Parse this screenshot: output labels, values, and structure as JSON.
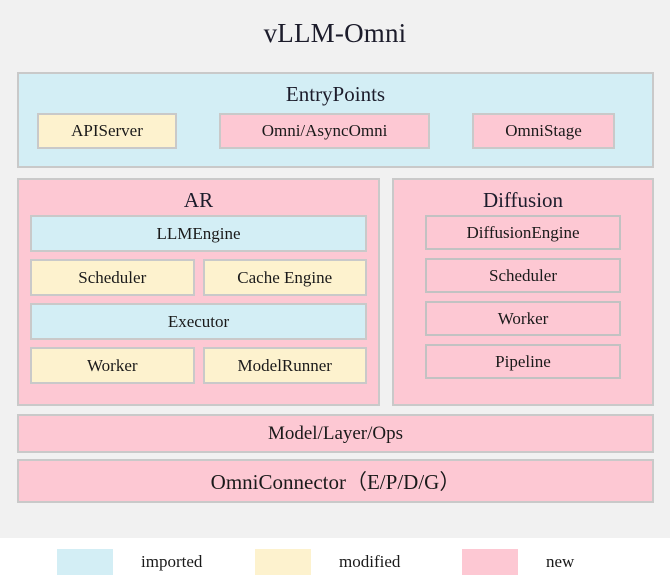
{
  "title": "vLLM-Omni",
  "colors": {
    "background": "#f1f1f1",
    "legend_background": "#ffffff",
    "imported": "#d3eef5",
    "modified": "#fdf2ce",
    "new": "#fdc8d3",
    "border": "#c9c9c9",
    "text": "#1a1a1a"
  },
  "entrypoints": {
    "heading": "EntryPoints",
    "fill": "imported",
    "items": [
      {
        "label": "APIServer",
        "fill": "modified"
      },
      {
        "label": "Omni/AsyncOmni",
        "fill": "new"
      },
      {
        "label": "OmniStage",
        "fill": "new"
      }
    ]
  },
  "ar": {
    "heading": "AR",
    "fill": "new",
    "rows": [
      {
        "type": "full",
        "items": [
          {
            "label": "LLMEngine",
            "fill": "imported"
          }
        ]
      },
      {
        "type": "pair",
        "items": [
          {
            "label": "Scheduler",
            "fill": "modified"
          },
          {
            "label": "Cache Engine",
            "fill": "modified"
          }
        ]
      },
      {
        "type": "full",
        "items": [
          {
            "label": "Executor",
            "fill": "imported"
          }
        ]
      },
      {
        "type": "pair",
        "items": [
          {
            "label": "Worker",
            "fill": "modified"
          },
          {
            "label": "ModelRunner",
            "fill": "modified"
          }
        ]
      }
    ]
  },
  "diffusion": {
    "heading": "Diffusion",
    "fill": "new",
    "items": [
      {
        "label": "DiffusionEngine",
        "fill": "new"
      },
      {
        "label": "Scheduler",
        "fill": "new"
      },
      {
        "label": "Worker",
        "fill": "new"
      },
      {
        "label": "Pipeline",
        "fill": "new"
      }
    ]
  },
  "bars": [
    {
      "label": "Model/Layer/Ops",
      "fill": "new"
    },
    {
      "label": "OmniConnector（E/P/D/G）",
      "fill": "new"
    }
  ],
  "legend": [
    {
      "label": "imported",
      "fill": "imported"
    },
    {
      "label": "modified",
      "fill": "modified"
    },
    {
      "label": "new",
      "fill": "new"
    }
  ]
}
